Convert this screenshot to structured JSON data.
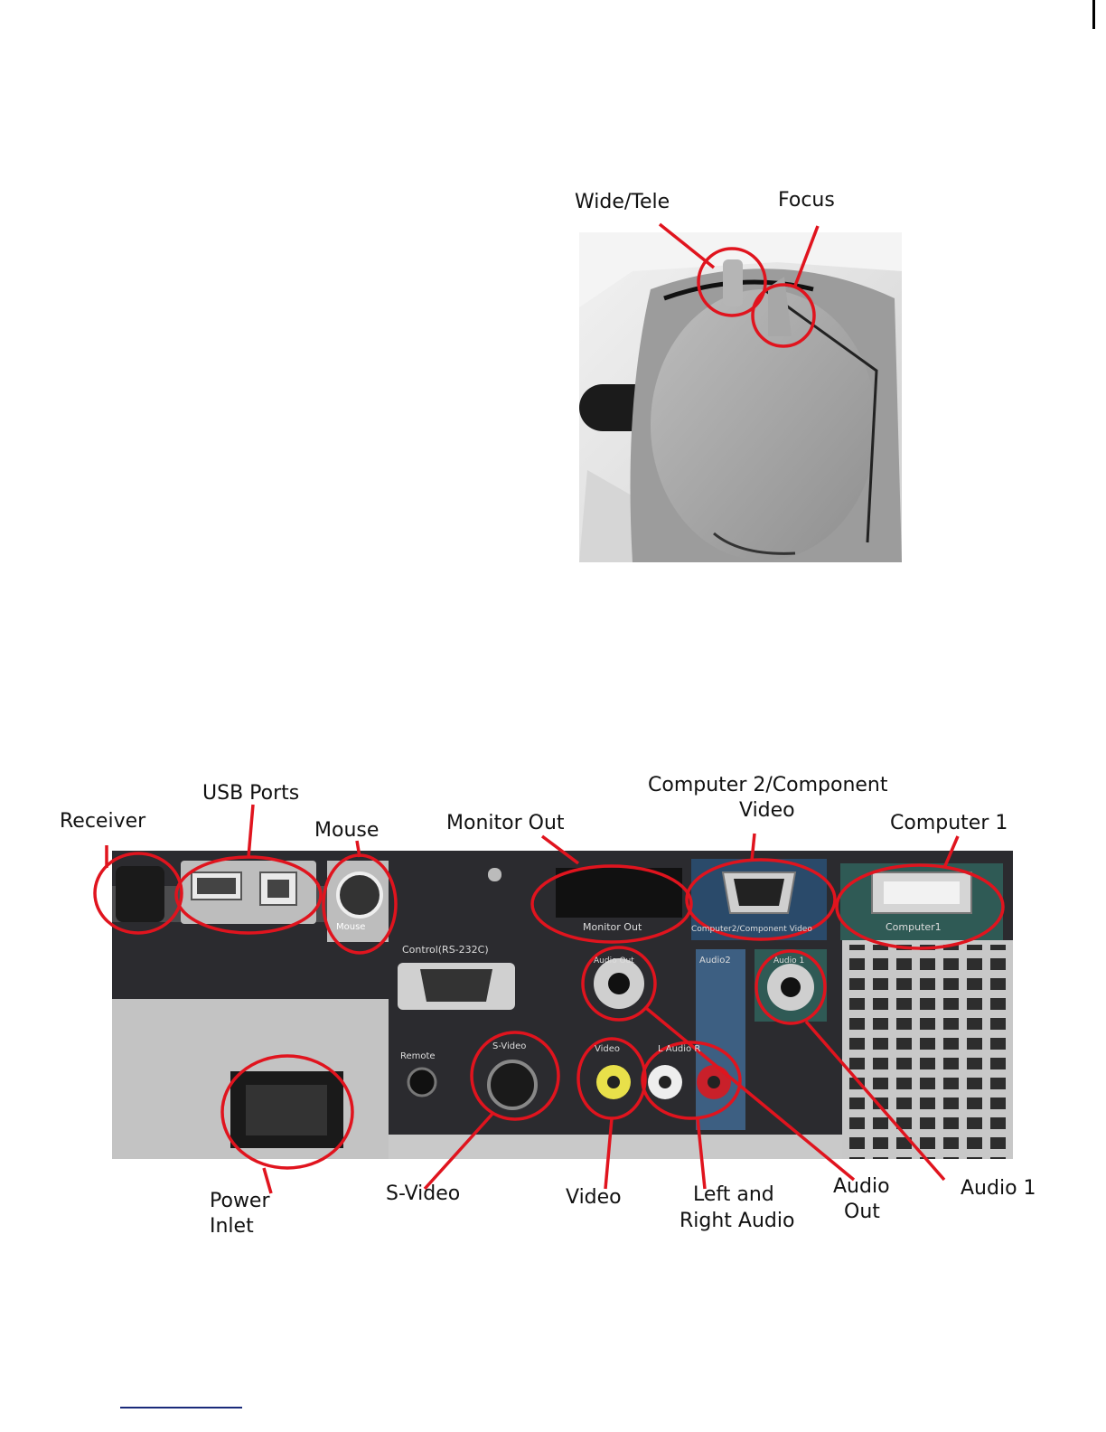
{
  "top_figure": {
    "labels": {
      "wide_tele": "Wide/Tele",
      "focus": "Focus"
    }
  },
  "bottom_figure": {
    "labels": {
      "receiver": "Receiver",
      "usb_ports": "USB Ports",
      "mouse": "Mouse",
      "monitor_out": "Monitor Out",
      "computer2_line1": "Computer 2/Component",
      "computer2_line2": "Video",
      "computer1": "Computer 1",
      "power_inlet_line1": "Power",
      "power_inlet_line2": "Inlet",
      "s_video": "S-Video",
      "video": "Video",
      "lr_audio_line1": "Left and",
      "lr_audio_line2": "Right Audio",
      "audio_out_line1": "Audio",
      "audio_out_line2": "Out",
      "audio1": "Audio 1"
    },
    "panel_text": {
      "mouse": "Mouse",
      "monitor_out": "Monitor Out",
      "computer2": "Computer2/Component Video",
      "computer1": "Computer1",
      "control": "Control(RS-232C)",
      "audio_out": "Audio Out",
      "audio2": "Audio2",
      "audio1": "Audio 1",
      "remote": "Remote",
      "s_video": "S-Video",
      "video": "Video",
      "l_audio_r": "L Audio R"
    }
  },
  "colors": {
    "annotation_red": "#e0141e",
    "panel_dark": "#2b2b2f",
    "body_grey": "#c8c8c8"
  }
}
